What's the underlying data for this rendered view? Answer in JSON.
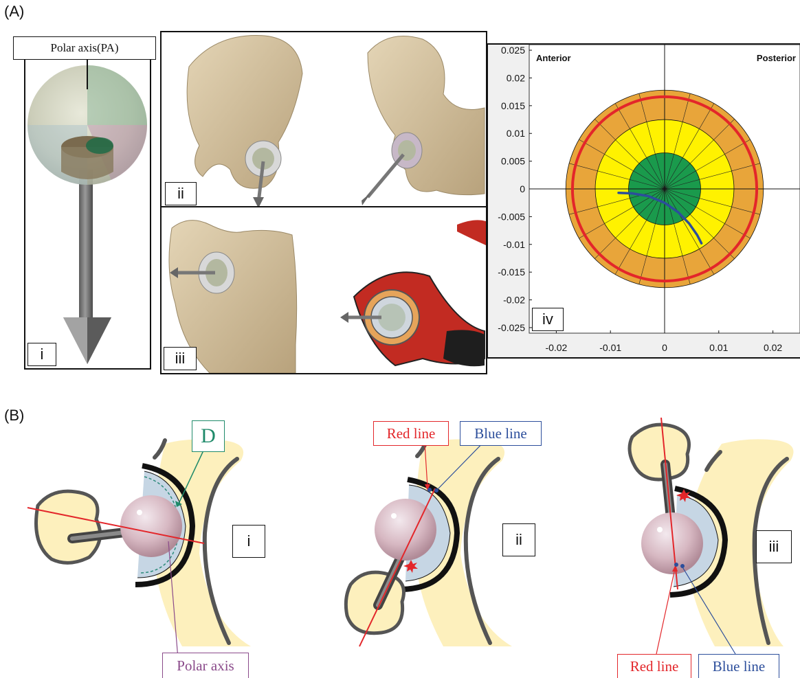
{
  "figure": {
    "panel_A_label": "(A)",
    "panel_B_label": "(B)"
  },
  "panel_A": {
    "i": {
      "label": "i",
      "title": "Polar axis(PA)"
    },
    "ii": {
      "label": "ii"
    },
    "iii": {
      "label": "iii"
    },
    "iv": {
      "label": "iv"
    }
  },
  "panel_B": {
    "i": {
      "label": "i",
      "callout_d": "D",
      "callout_polar": "Polar axis"
    },
    "ii": {
      "label": "ii",
      "callout_red": "Red line",
      "callout_blue": "Blue line"
    },
    "iii": {
      "label": "iii",
      "callout_red": "Red line",
      "callout_blue": "Blue line"
    }
  },
  "colors": {
    "bone": "#d8c6a3",
    "cartilage": "#fdf0bd",
    "red_line": "#e3262a",
    "blue_line": "#2c4e9b",
    "green_zone": "#1a9a4c",
    "yellow_zone": "#fff200",
    "orange_zone": "#e8a53a",
    "purple": "#8a4a8a",
    "teal": "#1f8a6a"
  },
  "chart_data": {
    "type": "polar-scatter",
    "corner_labels": {
      "left": "Anterior",
      "right": "Posterior"
    },
    "xticks": [
      "-0.02",
      "-0.01",
      "0",
      "0.01",
      "0.02"
    ],
    "yticks": [
      "0.025",
      "0.02",
      "0.015",
      "0.01",
      "0.005",
      "0",
      "-0.005",
      "-0.01",
      "-0.015",
      "-0.02",
      "-0.025"
    ],
    "xlim": [
      -0.025,
      0.025
    ],
    "ylim": [
      -0.026,
      0.026
    ],
    "zones": [
      {
        "name": "green",
        "radius": 0.0065
      },
      {
        "name": "yellow",
        "radius": 0.0125
      },
      {
        "name": "orange",
        "radius": 0.0178
      }
    ],
    "red_circle_radius": 0.0166,
    "blue_path": [
      [
        -0.0085,
        -0.0007
      ],
      [
        -0.006,
        -0.0008
      ],
      [
        -0.003,
        -0.0013
      ],
      [
        0.0,
        -0.0025
      ],
      [
        0.0025,
        -0.0042
      ],
      [
        0.0045,
        -0.0062
      ],
      [
        0.006,
        -0.0083
      ],
      [
        0.0068,
        -0.0098
      ]
    ]
  }
}
